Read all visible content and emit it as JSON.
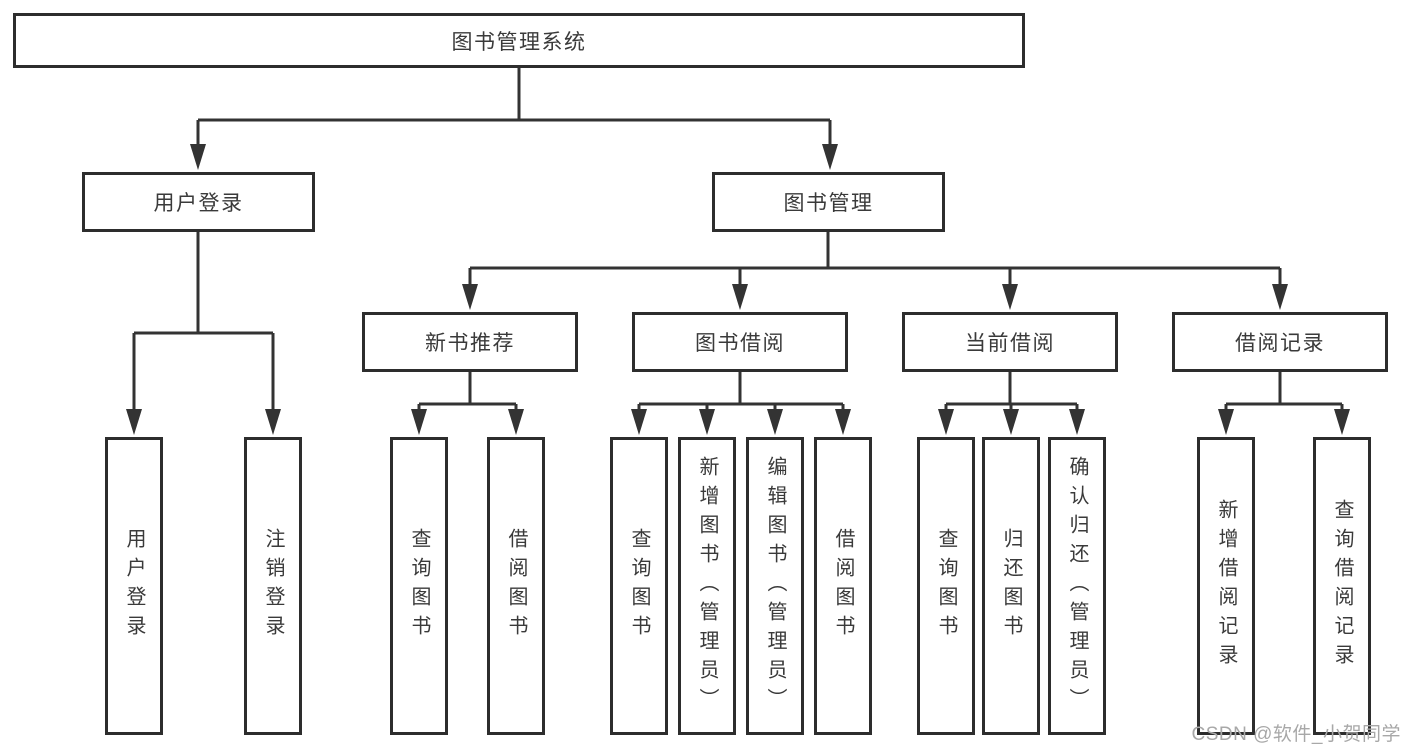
{
  "diagram": {
    "watermark": "CSDN @软件_小贺同学",
    "colors": {
      "line": "#333333",
      "box_border": "#2d2d2d",
      "text": "#3a3a3a",
      "watermark": "#a8a8a8",
      "background": "#ffffff"
    },
    "tree": {
      "root": {
        "label": "图书管理系统"
      },
      "branches": [
        {
          "label": "用户登录",
          "children": [
            {
              "label": "用户登录"
            },
            {
              "label": "注销登录"
            }
          ]
        },
        {
          "label": "图书管理",
          "children": [
            {
              "label": "新书推荐",
              "children": [
                {
                  "label": "查询图书"
                },
                {
                  "label": "借阅图书"
                }
              ]
            },
            {
              "label": "图书借阅",
              "children": [
                {
                  "label": "查询图书"
                },
                {
                  "label": "新增图书（管理员）"
                },
                {
                  "label": "编辑图书（管理员）"
                },
                {
                  "label": "借阅图书"
                }
              ]
            },
            {
              "label": "当前借阅",
              "children": [
                {
                  "label": "查询图书"
                },
                {
                  "label": "归还图书"
                },
                {
                  "label": "确认归还（管理员）"
                }
              ]
            },
            {
              "label": "借阅记录",
              "children": [
                {
                  "label": "新增借阅记录"
                },
                {
                  "label": "查询借阅记录"
                }
              ]
            }
          ]
        }
      ]
    }
  }
}
